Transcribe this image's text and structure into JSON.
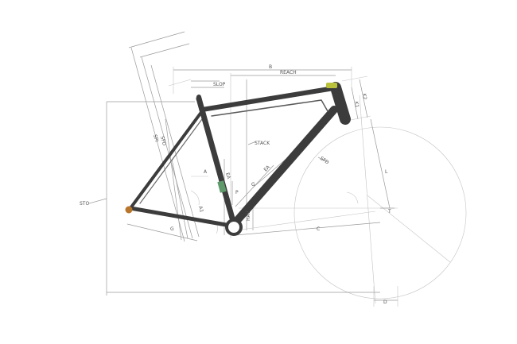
{
  "labels": {
    "b": "B",
    "reach": "REACH",
    "slop": "SLOP",
    "stack": "STACK",
    "sto": "STO",
    "spd": "SPD",
    "spi": "SPI",
    "a_seat": "A",
    "a1": "A1",
    "ea_seat": "EA",
    "p": "P",
    "ea_down": "EA",
    "g_down": "G",
    "g_chainstay": "G",
    "hav": "HAV",
    "c": "C",
    "d": "D",
    "l": "L",
    "t": "T",
    "sfd": "SFD",
    "k1": "K1",
    "k2": "K2"
  },
  "colors": {
    "frame": "#3c3c3c",
    "frame_highlight": "#5a5a5a",
    "accent_green": "#5f9a6a",
    "headset_yellow": "#b9c23a",
    "dropout_orange": "#b8752c",
    "dimension": "#9a9a9a"
  }
}
